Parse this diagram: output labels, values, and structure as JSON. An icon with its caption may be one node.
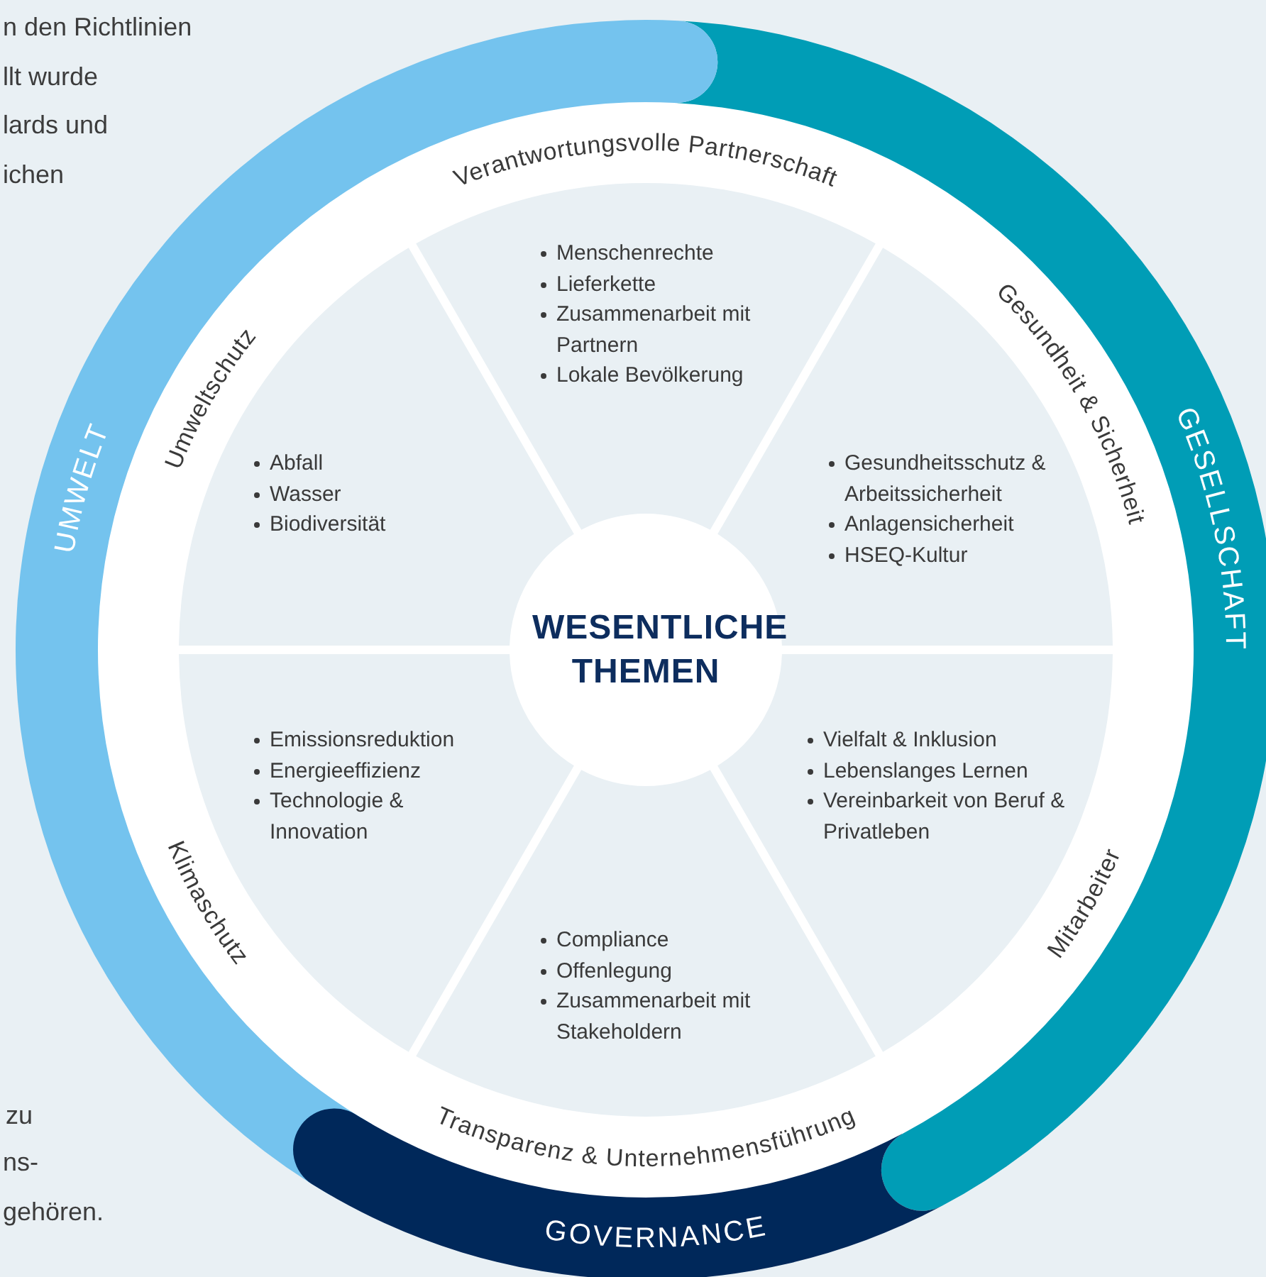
{
  "diagram": {
    "nodes": [
      {
        "text": [
          "Verantwortungsvolle Partnerschaft",
          "Menschenrechte",
          "Lieferkette",
          "Zusammenarbeit mit Partnern",
          "Lokale Bevölkerung"
        ]
      },
      {
        "text": [
          "Umweltschutz",
          "Abfall",
          "Wasser",
          "Biodiversität"
        ]
      },
      {
        "text": [
          "Gesundheit & Sicherheit",
          "Gesundheitsschutz & Arbeitssicherheit",
          "Anlagensicherheit",
          "HSEQ-Kultur"
        ]
      },
      {
        "text": [
          "UMWELT"
        ]
      },
      {
        "text": [
          "GESELLSCHAFT"
        ]
      },
      {
        "text": [
          "WESENTLICHE THEMEN"
        ]
      },
      {
        "text": [
          "Klimaschutz",
          "Emissionsreduktion",
          "Energieeffizienz",
          "Technologie & Innovation"
        ]
      },
      {
        "text": [
          "Mitarbeiter",
          "Vielfalt & Inklusion",
          "Lebenslanges Lernen",
          "Vereinbarkeit von Beruf & Privatleben"
        ]
      },
      {
        "text": [
          "Transparenz & Unternehmensführung",
          "Compliance",
          "Offenlegung",
          "Zusammenarbeit mit Stakeholdern"
        ]
      },
      {
        "text": [
          "GOVERNANCE"
        ]
      }
    ],
    "labels": [
      "n den Richtlinien",
      "llt wurde",
      "lards und",
      "ichen",
      "zu",
      "ns-",
      "gehören."
    ]
  }
}
